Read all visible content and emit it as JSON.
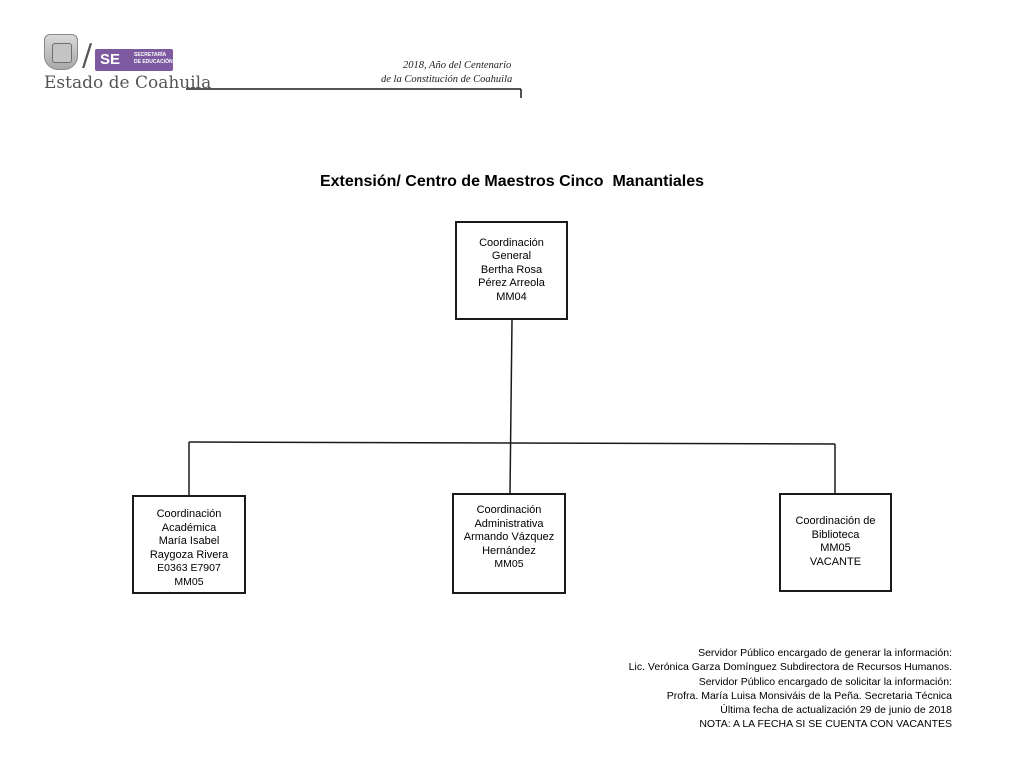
{
  "header": {
    "state_name": "Estado de Coahuila",
    "se_letters": "SE",
    "se_subtitle": "SECRETARÍA DE EDUCACIÓN",
    "motto_line1": "2018, Año del Centenario",
    "motto_line2": "de la Constitución de Coahuila"
  },
  "title": "Extensión/ Centro de Maestros Cinco  Manantiales",
  "org": {
    "general": [
      "Coordinación",
      "General",
      "Bertha Rosa",
      "Pérez Arreola",
      "MM04"
    ],
    "academica": [
      "Coordinación",
      "Académica",
      "María Isabel",
      "Raygoza Rivera",
      "E0363 E7907",
      "MM05"
    ],
    "administrativa": [
      "Coordinación",
      "Administrativa",
      "Armando Vázquez",
      "Hernández",
      "MM05"
    ],
    "biblioteca": [
      "Coordinación de",
      "Biblioteca",
      "MM05",
      "VACANTE"
    ]
  },
  "footer": [
    "Servidor Público encargado de generar la información:",
    "Lic. Verónica Garza Domínguez Subdirectora de Recursos Humanos.",
    "Servidor Público encargado de solicitar la información:",
    "Profra. María Luisa Monsiváis de la Peña. Secretaria Técnica",
    "Última fecha de actualización 29 de junio de 2018",
    "NOTA: A LA FECHA SI SE CUENTA CON VACANTES"
  ]
}
